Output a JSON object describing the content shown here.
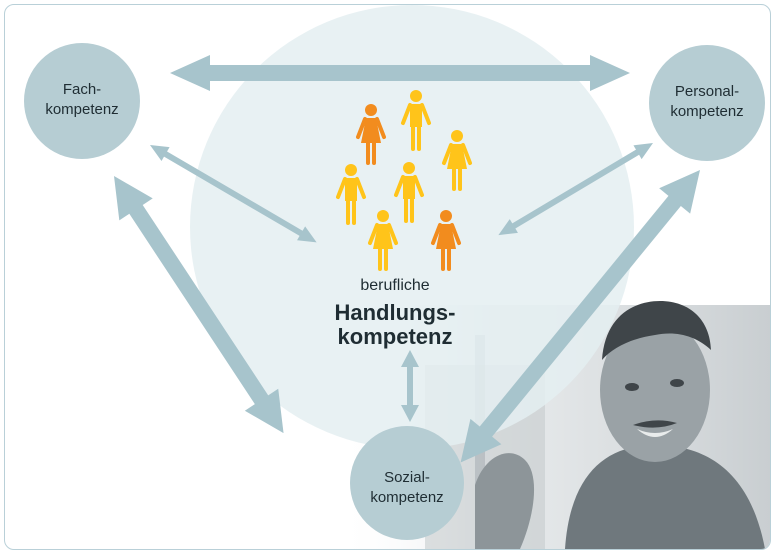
{
  "nodes": {
    "fach": [
      "Fach-",
      "kompetenz"
    ],
    "personal": [
      "Personal-",
      "kompetenz"
    ],
    "sozial": [
      "Sozial-",
      "kompetenz"
    ]
  },
  "center": {
    "line1": "berufliche",
    "line2": "Handlungs-",
    "line3": "kompetenz"
  },
  "colors": {
    "circle": "#b6cdd3",
    "arrow": "#a7c4cc",
    "bigcircle": "#e4eef1",
    "person_orange": "#f28c1e",
    "person_yellow": "#ffc41a"
  },
  "figures": [
    {
      "color": "orange",
      "shape": "female"
    },
    {
      "color": "yellow",
      "shape": "male"
    },
    {
      "color": "yellow",
      "shape": "female"
    },
    {
      "color": "yellow",
      "shape": "male"
    },
    {
      "color": "yellow",
      "shape": "male"
    },
    {
      "color": "yellow",
      "shape": "female"
    },
    {
      "color": "orange",
      "shape": "female"
    }
  ]
}
